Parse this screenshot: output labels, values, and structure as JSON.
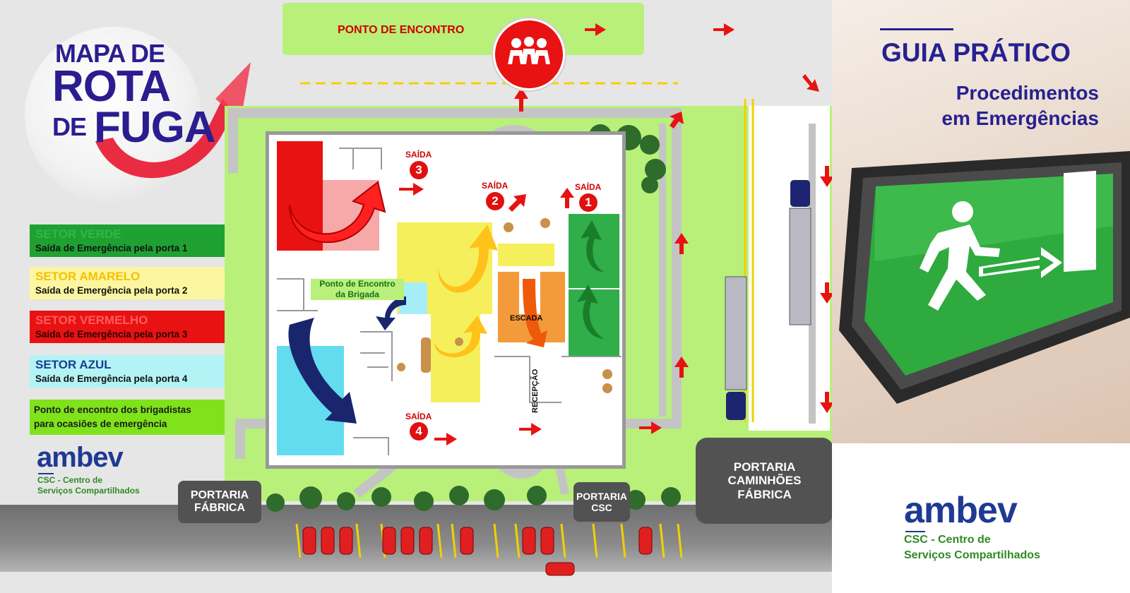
{
  "title": {
    "line1": "MAPA DE",
    "line2": "ROTA",
    "line3": "DE",
    "line4": "FUGA"
  },
  "legend": [
    {
      "title": "SETOR VERDE",
      "subtitle": "Saída de Emergência pela porta 1",
      "color": "#1fa132",
      "title_color": "#33b54a",
      "text_color": "#111111"
    },
    {
      "title": "SETOR AMARELO",
      "subtitle": "Saída de Emergência pela porta 2",
      "color": "#fdf6a0",
      "title_color": "#f2c100",
      "text_color": "#111111"
    },
    {
      "title": "SETOR VERMELHO",
      "subtitle": "Saída de Emergência pela porta 3",
      "color": "#e81212",
      "title_color": "#ff5a5a",
      "text_color": "#2a0000"
    },
    {
      "title": "SETOR AZUL",
      "subtitle": "Saída de Emergência pela porta 4",
      "color": "#b4f3f5",
      "title_color": "#1b3c8f",
      "text_color": "#111111"
    }
  ],
  "brigade_legend": {
    "line1": "Ponto de encontro dos brigadistas",
    "line2": "para ocasiões de emergência",
    "color": "#7fe21a"
  },
  "logo_left": {
    "brand": "ambev",
    "line1": "CSC - Centro de",
    "line2": "Serviços Compartilhados"
  },
  "logo_right": {
    "brand": "ambev",
    "line1": "CSC - Centro de",
    "line2": "Serviços Compartilhados"
  },
  "guide": {
    "title": "GUIA PRÁTICO",
    "line1": "Procedimentos",
    "line2": "em Emergências"
  },
  "map": {
    "meeting_point": "PONTO DE ENCONTRO",
    "brigade_point": {
      "line1": "Ponto de Encontro",
      "line2": "da Brigada"
    },
    "exits": [
      {
        "label": "SAÍDA",
        "number": "1"
      },
      {
        "label": "SAÍDA",
        "number": "2"
      },
      {
        "label": "SAÍDA",
        "number": "3"
      },
      {
        "label": "SAÍDA",
        "number": "4"
      }
    ],
    "stairs": "ESCADA",
    "reception": "RECEPÇÃO",
    "gates": {
      "factory": {
        "line1": "PORTARIA",
        "line2": "FÁBRICA"
      },
      "csc": {
        "line1": "PORTARIA",
        "line2": "CSC"
      },
      "trucks": {
        "line1": "PORTARIA",
        "line2": "CAMINHÕES",
        "line3": "FÁBRICA"
      }
    }
  },
  "colors": {
    "accent_red": "#e81212",
    "brand_blue": "#1f3a93",
    "title_blue": "#2b1d8f",
    "grass": "#b8f07a",
    "sidewalk": "#c4c4c4"
  }
}
